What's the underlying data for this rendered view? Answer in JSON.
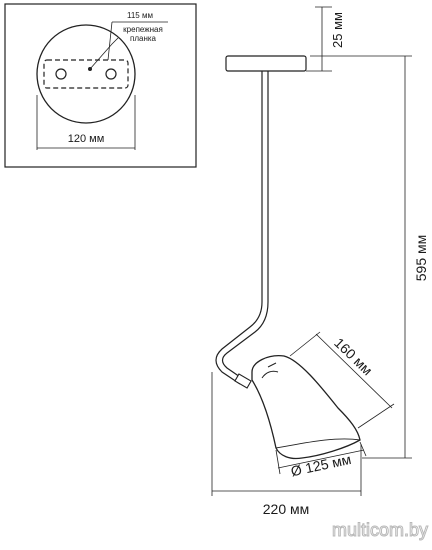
{
  "inset": {
    "dim_115": "115 мм",
    "label_line1": "крепежная",
    "label_line2": "планка",
    "dim_120": "120 мм"
  },
  "dimensions": {
    "canopy_height": "25 мм",
    "total_height": "595 мм",
    "shade_length": "160 мм",
    "shade_diameter": "Ø 125 мм",
    "reach": "220 мм"
  },
  "watermark": "multicom.by"
}
